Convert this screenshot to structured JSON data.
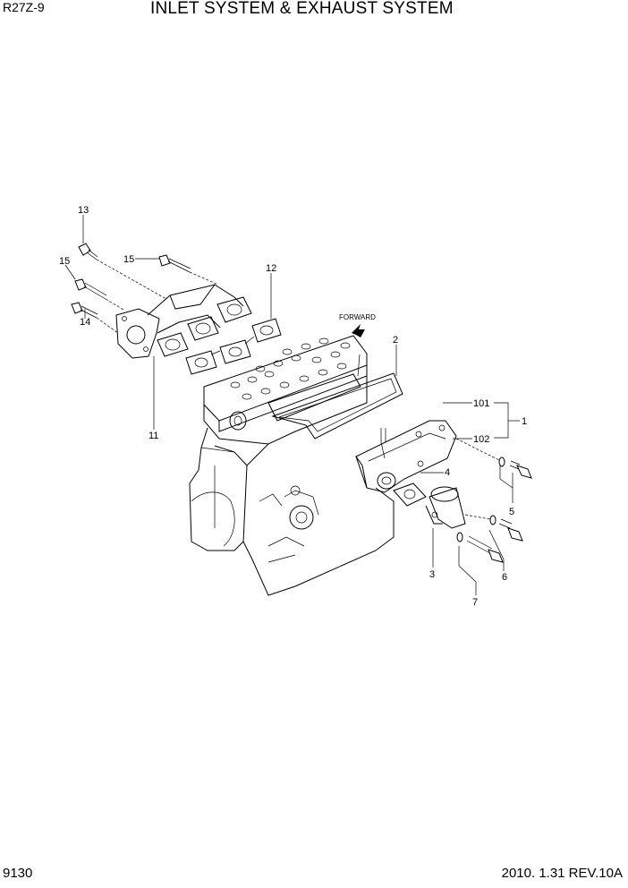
{
  "header": {
    "model": "R27Z-9",
    "title": "INLET SYSTEM & EXHAUST SYSTEM"
  },
  "footer": {
    "page": "9130",
    "revision": "2010. 1.31  REV.10A"
  },
  "diagram": {
    "forward_label": "FORWARD",
    "callouts": [
      {
        "id": "c13",
        "num": "13"
      },
      {
        "id": "c15a",
        "num": "15"
      },
      {
        "id": "c15b",
        "num": "15"
      },
      {
        "id": "c14",
        "num": "14"
      },
      {
        "id": "c12",
        "num": "12"
      },
      {
        "id": "c11",
        "num": "11"
      },
      {
        "id": "c2",
        "num": "2"
      },
      {
        "id": "c101",
        "num": "101"
      },
      {
        "id": "c102",
        "num": "102"
      },
      {
        "id": "c1",
        "num": "1"
      },
      {
        "id": "c4",
        "num": "4"
      },
      {
        "id": "c5",
        "num": "5"
      },
      {
        "id": "c3",
        "num": "3"
      },
      {
        "id": "c6",
        "num": "6"
      },
      {
        "id": "c7",
        "num": "7"
      }
    ]
  }
}
